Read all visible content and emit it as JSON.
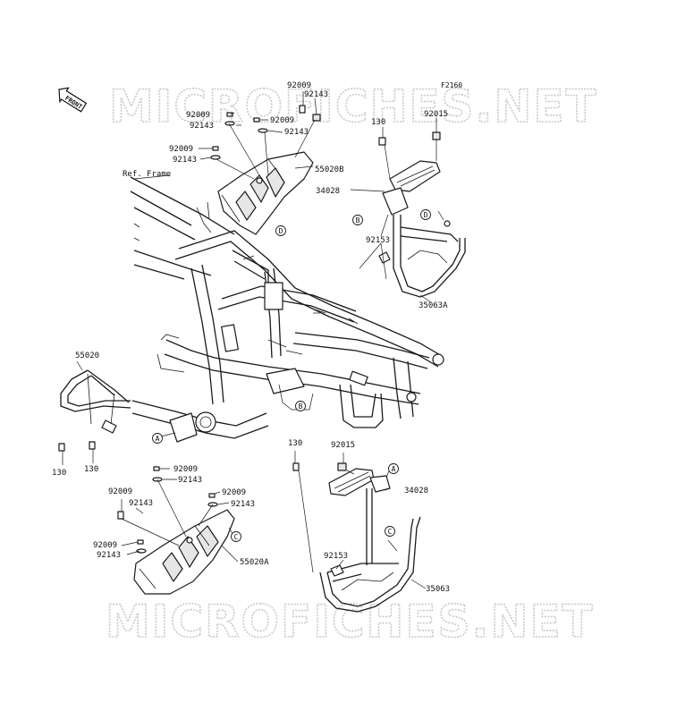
{
  "diagram_code": "F2160",
  "watermark": "MICROFICHES.NET",
  "front_marker": "FRONT",
  "ref_frame_label": "Ref. Frame",
  "callout_letters": {
    "a": "A",
    "b": "B",
    "c": "C",
    "d": "D"
  },
  "parts": {
    "p92009": "92009",
    "p92143": "92143",
    "p55020B": "55020B",
    "p130": "130",
    "p92015": "92015",
    "p34028": "34028",
    "p92153": "92153",
    "p35063A": "35063A",
    "p55020": "55020",
    "p55020A": "55020A",
    "p35063": "35063"
  }
}
